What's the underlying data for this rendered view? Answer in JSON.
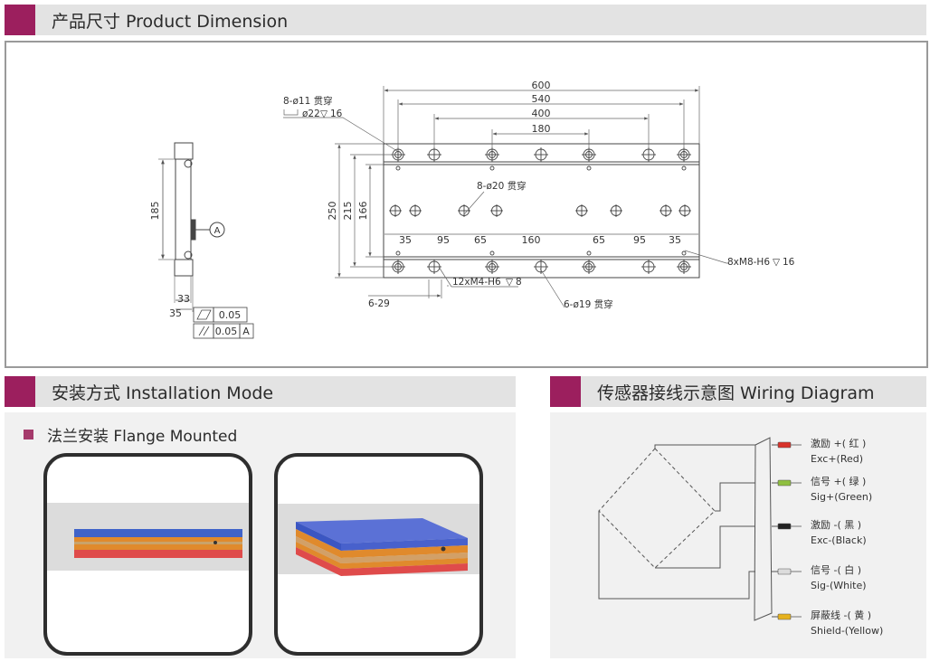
{
  "sections": {
    "product_dimension": {
      "title": "产品尺寸 Product Dimension"
    },
    "installation": {
      "title": "安装方式 Installation Mode",
      "sub_title": "法兰安装 Flange Mounted"
    },
    "wiring": {
      "title": "传感器接线示意图 Wiring Diagram"
    }
  },
  "dimension_drawing": {
    "side_view": {
      "height": "185",
      "w33": "33",
      "w35": "35",
      "datum": "A",
      "flatness": "0.05",
      "parallelism": "0.05",
      "parallel_ref": "A"
    },
    "top_view": {
      "d600": "600",
      "d540": "540",
      "d400": "400",
      "d180": "180",
      "d250": "250",
      "d215": "215",
      "d166": "166",
      "holes_top": "8-ø11 贯穿",
      "counterbore": "ø22",
      "counterbore_depth": "16",
      "holes_mid": "8-ø20 贯穿",
      "spacing": [
        "35",
        "95",
        "65",
        "160",
        "65",
        "95",
        "35"
      ],
      "thread_right": "8xM8-H6",
      "thread_right_depth": "16",
      "thread_bottom": "12xM4-H6",
      "thread_bottom_depth": "8",
      "bottom_offset": "6-29",
      "holes_bottom": "6-ø19 贯穿"
    }
  },
  "wiring": {
    "wires": [
      {
        "cn": "激励 +( 红 )",
        "en": "Exc+(Red)",
        "color": "#d8322a"
      },
      {
        "cn": "信号 +( 绿 )",
        "en": "Sig+(Green)",
        "color": "#8fbf3f"
      },
      {
        "cn": "激励 -( 黑 )",
        "en": "Exc-(Black)",
        "color": "#222222"
      },
      {
        "cn": "信号 -( 白 )",
        "en": "Sig-(White)",
        "color": "#dcdcdc"
      },
      {
        "cn": "屏蔽线 -( 黄 )",
        "en": "Shield-(Yellow)",
        "color": "#e6b21e"
      }
    ]
  },
  "colors": {
    "accent": "#9c1f5e",
    "header_bg": "#e3e3e3",
    "frame": "#9a9a9a"
  }
}
